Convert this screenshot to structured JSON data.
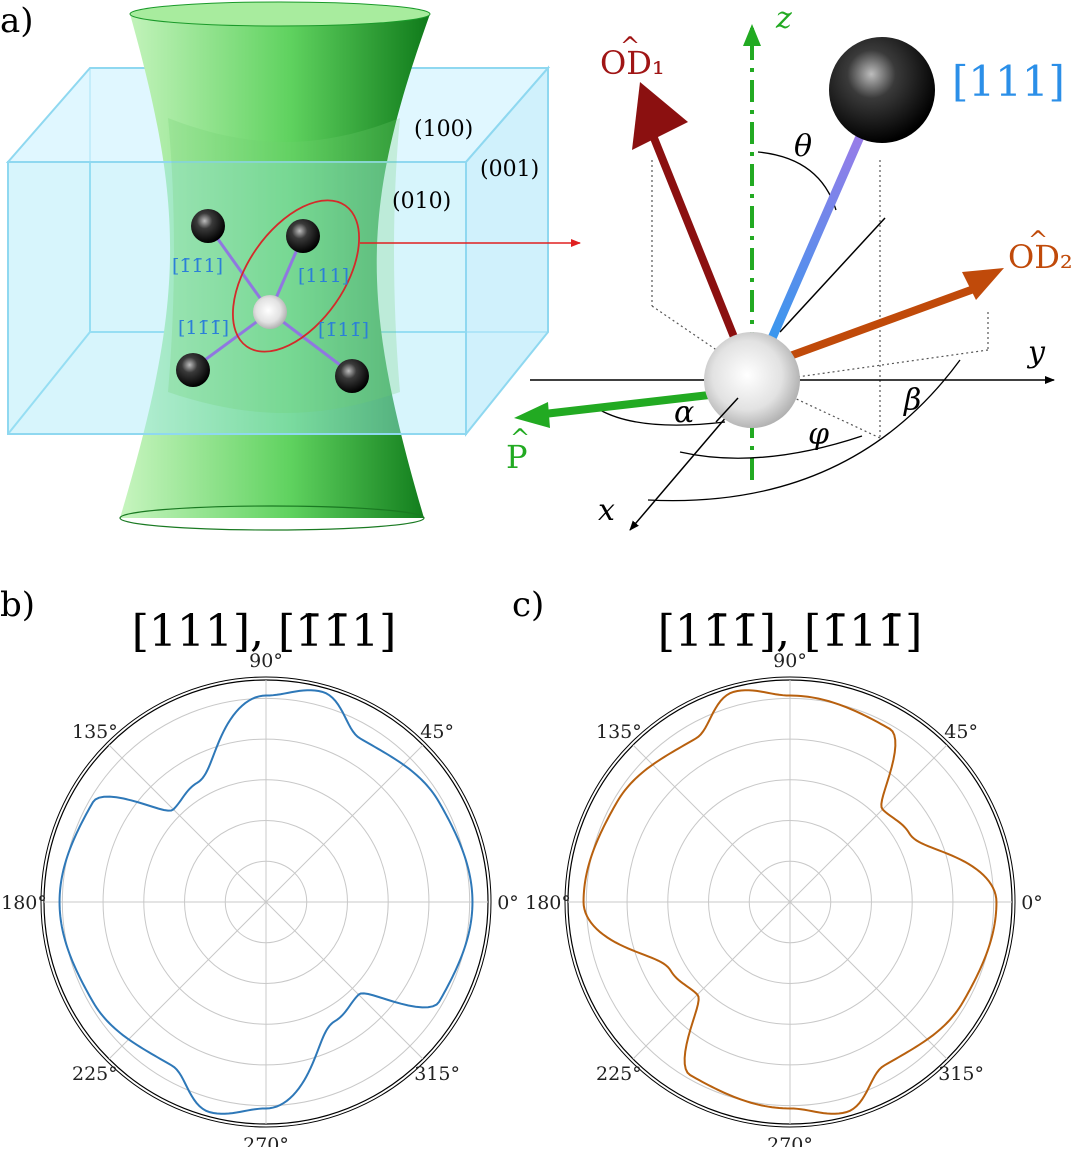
{
  "panel_a": {
    "label": "a)",
    "crystal": {
      "planes": [
        "(100)",
        "(010)",
        "(001)"
      ],
      "bonds": [
        "[1̄1̄1]",
        "[111]",
        "[11̄1̄]",
        "[1̄11̄]"
      ]
    },
    "frame": {
      "axes": {
        "x": "x",
        "y": "y",
        "z": "z"
      },
      "vectors": {
        "od1": "OD₁",
        "od2": "OD₂",
        "p": "P",
        "bond": "[111]"
      },
      "angles": {
        "theta": "θ",
        "alpha": "α",
        "phi": "φ",
        "beta": "β"
      }
    },
    "colors": {
      "beam": "#2ea62e",
      "box": "#8fd8f0",
      "od1": "#8b1010",
      "od2": "#c04a0a",
      "p": "#22aa22",
      "bond": "#3399ee",
      "z": "#22aa22"
    }
  },
  "panel_b": {
    "label": "b)",
    "title": "[111], [1̄1̄1]",
    "color": "#2e78b8"
  },
  "panel_c": {
    "label": "c)",
    "title": "[11̄1̄], [1̄11̄]",
    "color": "#b8600e"
  },
  "chart_data": [
    {
      "type": "line",
      "coordinate_system": "polar",
      "title": "[111], [1̄1̄1]",
      "angle_ticks_deg": [
        0,
        45,
        90,
        135,
        180,
        225,
        270,
        315
      ],
      "angle_tick_labels": [
        "0°",
        "45°",
        "90°",
        "135°",
        "180°",
        "225°",
        "270°",
        "315°"
      ],
      "radial_gridlines": 5,
      "radial_tick_labels_shown": false,
      "series": [
        {
          "theta_deg": [
            0,
            30,
            60,
            75,
            90,
            120,
            135,
            150,
            180,
            210,
            240,
            255,
            270,
            300,
            315,
            330
          ],
          "r_normalized": [
            0.93,
            0.9,
            0.85,
            0.98,
            0.93,
            0.62,
            0.59,
            0.9,
            0.93,
            0.9,
            0.85,
            0.98,
            0.93,
            0.62,
            0.59,
            0.9
          ]
        }
      ]
    },
    {
      "type": "line",
      "coordinate_system": "polar",
      "title": "[11̄1̄], [1̄11̄]",
      "angle_ticks_deg": [
        0,
        45,
        90,
        135,
        180,
        225,
        270,
        315
      ],
      "angle_tick_labels": [
        "0°",
        "45°",
        "90°",
        "135°",
        "180°",
        "225°",
        "270°",
        "315°"
      ],
      "radial_gridlines": 5,
      "radial_tick_labels_shown": false,
      "series": [
        {
          "theta_deg": [
            0,
            30,
            45,
            60,
            90,
            105,
            120,
            150,
            180,
            210,
            225,
            240,
            270,
            285,
            300,
            330
          ],
          "r_normalized": [
            0.93,
            0.62,
            0.59,
            0.9,
            0.93,
            0.98,
            0.85,
            0.9,
            0.93,
            0.62,
            0.59,
            0.9,
            0.93,
            0.98,
            0.85,
            0.9
          ]
        }
      ]
    }
  ]
}
